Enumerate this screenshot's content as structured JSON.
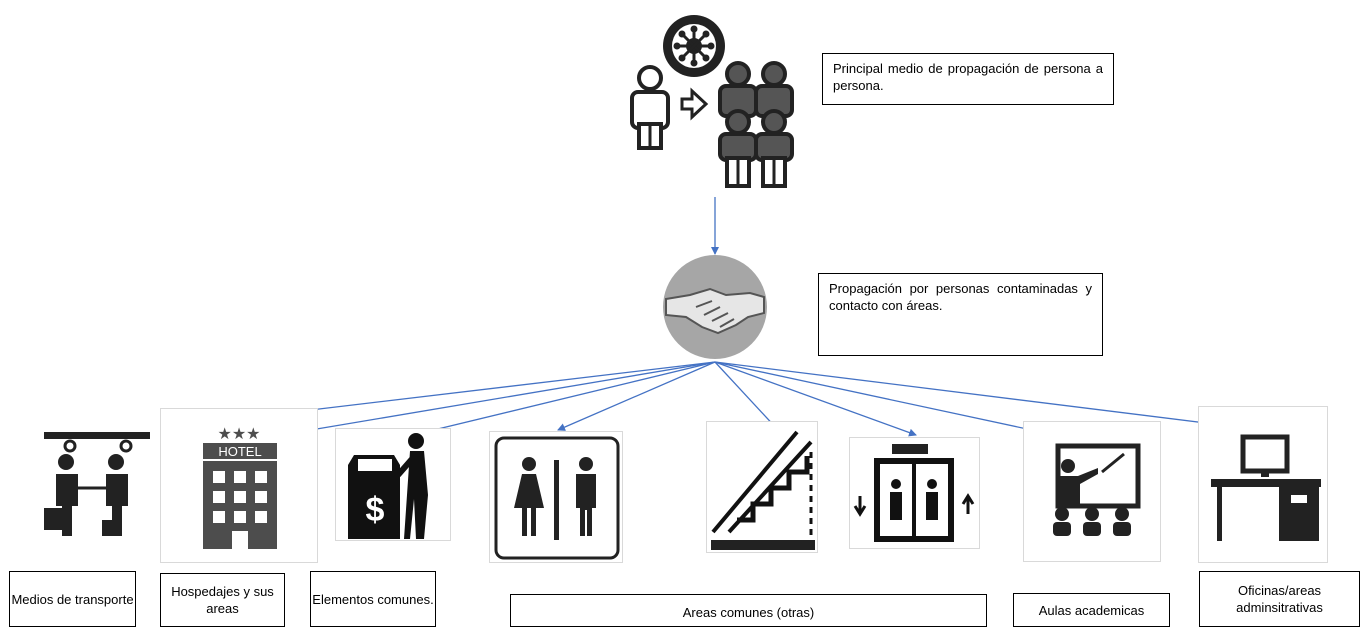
{
  "top_note": {
    "text": "Principal medio de propagación de persona a persona."
  },
  "mid_note": {
    "text": "Propagación por personas contaminadas y contacto con áreas."
  },
  "captions": {
    "transporte": "Medios de transporte",
    "hospedaje": "Hospedajes y sus areas",
    "elementos": "Elementos comunes.",
    "areas_comunes": "Areas comunes (otras)",
    "aulas": "Aulas academicas",
    "oficinas": "Oficinas/areas adminsitrativas"
  },
  "hotel_sign": "HOTEL",
  "atm_symbol": "$",
  "colors": {
    "arrow": "#4472C4",
    "icon": "#222222",
    "hotel": "#4d4d4d",
    "handshake_bg": "#a6a6a6"
  },
  "icons": [
    "virus-icon",
    "people-spread-icon",
    "handshake-icon",
    "transport-icon",
    "hotel-icon",
    "atm-icon",
    "restroom-icon",
    "stairs-icon",
    "elevator-icon",
    "classroom-icon",
    "office-desk-icon"
  ]
}
